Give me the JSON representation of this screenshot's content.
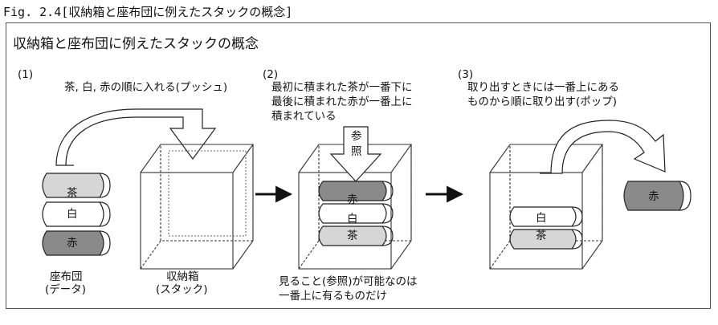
{
  "caption": "Fig. 2.4[収納箱と座布団に例えたスタックの概念]",
  "panel_title": "収納箱と座布団に例えたスタックの概念",
  "step1": {
    "num": "(1)",
    "desc": "茶, 白, 赤の順に入れる(プッシュ)"
  },
  "step2": {
    "num": "(2)",
    "desc_lines": [
      "最初に積まれた茶が一番下に",
      "最後に積まれた赤が一番上に",
      "積まれている"
    ],
    "ref_label": [
      "参",
      "照"
    ],
    "note_lines": [
      "見ること(参照)が可能なのは",
      "一番上に有るものだけ"
    ]
  },
  "step3": {
    "num": "(3)",
    "desc_lines": [
      "取り出すときには一番上にある",
      "ものから順に取り出す(ポップ)"
    ]
  },
  "cushion_labels": {
    "brown": "茶",
    "white": "白",
    "red": "赤"
  },
  "labels": {
    "cushion_lines": [
      "座布団",
      "(データ)"
    ],
    "box_lines": [
      "収納箱",
      "(スタック)"
    ]
  },
  "colors": {
    "dark_fill": "#8a8a8a",
    "light_fill": "#d6d6d6",
    "white_fill": "#ffffff",
    "stroke": "#222222"
  }
}
